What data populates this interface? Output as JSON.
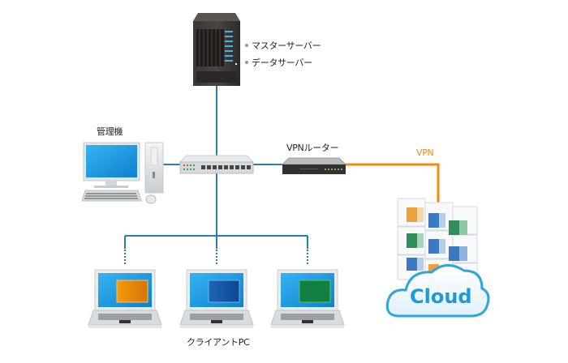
{
  "diagram": {
    "server": {
      "name": "server",
      "roles": [
        "マスターサーバー",
        "データサーバー"
      ]
    },
    "admin_pc": {
      "label": "管理機"
    },
    "switch": {
      "name": "network-switch"
    },
    "vpn_router": {
      "label": "VPNルーター"
    },
    "vpn_link": {
      "label": "VPN"
    },
    "cloud": {
      "label": "Cloud"
    },
    "clients": {
      "label": "クライアントPC",
      "items": [
        {
          "name": "client-pc-1",
          "window_color": "#f0900a"
        },
        {
          "name": "client-pc-2",
          "window_color": "#1a5aa8"
        },
        {
          "name": "client-pc-3",
          "window_color": "#138043"
        }
      ]
    },
    "colors": {
      "lan_line": "#2a7fa8",
      "vpn_line": "#f28a10",
      "screen_blue": "#1ea0e6"
    }
  }
}
